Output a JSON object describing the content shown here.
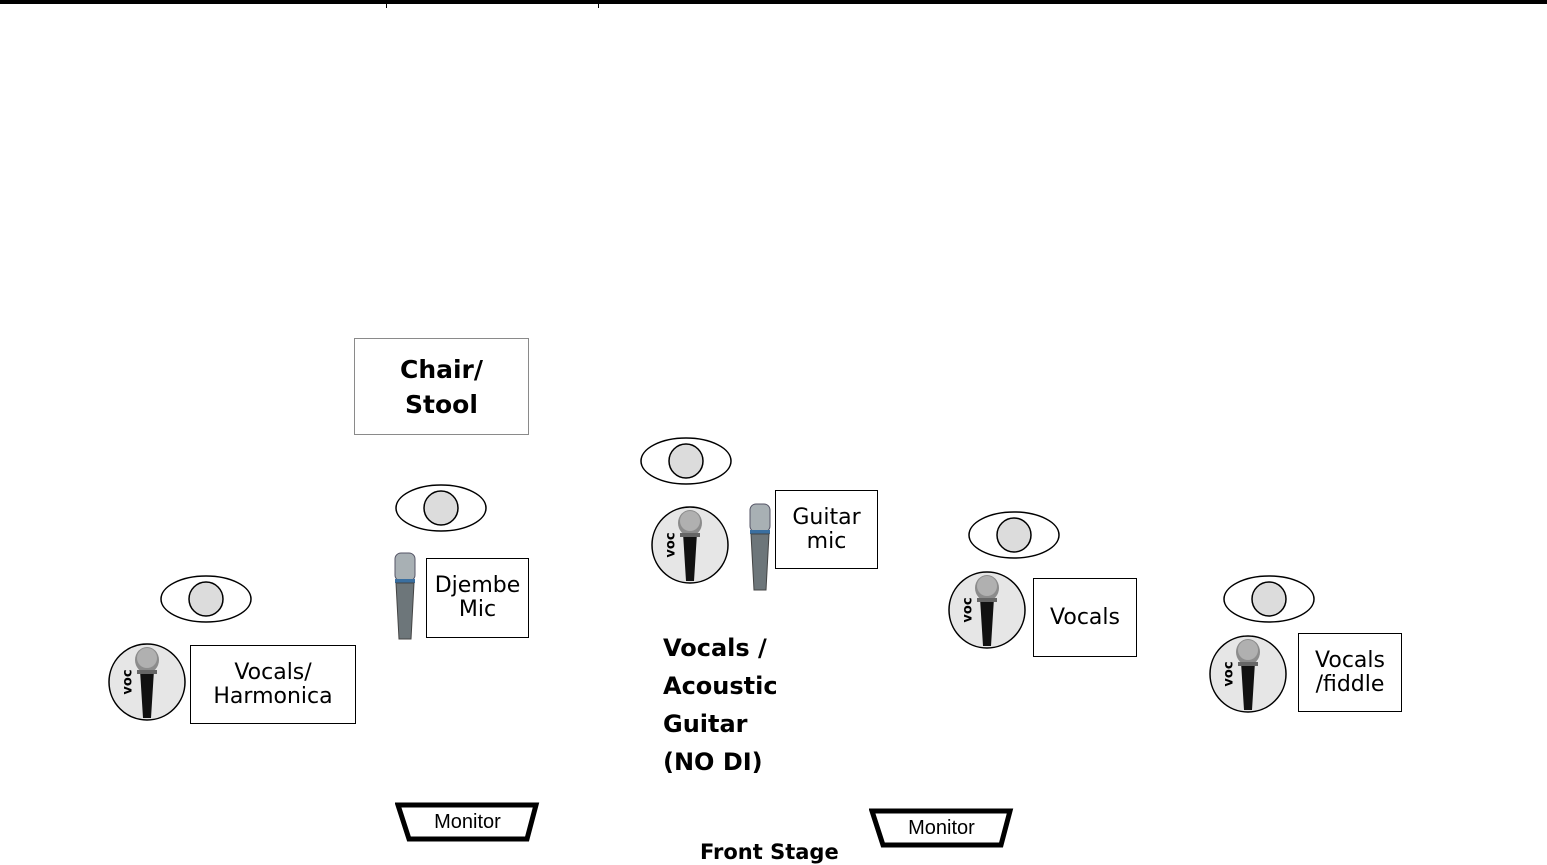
{
  "chair": {
    "label": "Chair/\nStool"
  },
  "inputs": {
    "djembe_mic": "Djembe\nMic",
    "guitar_mic": "Guitar\nmic",
    "vocals_harmonica": "Vocals/\nHarmonica",
    "vocals": "Vocals",
    "vocals_fiddle": "Vocals\n/fiddle"
  },
  "mic_badge": "voc",
  "center_label": "Vocals /\nAcoustic\nGuitar\n(NO DI)",
  "monitor_label": "Monitor",
  "front_stage": "Front Stage"
}
